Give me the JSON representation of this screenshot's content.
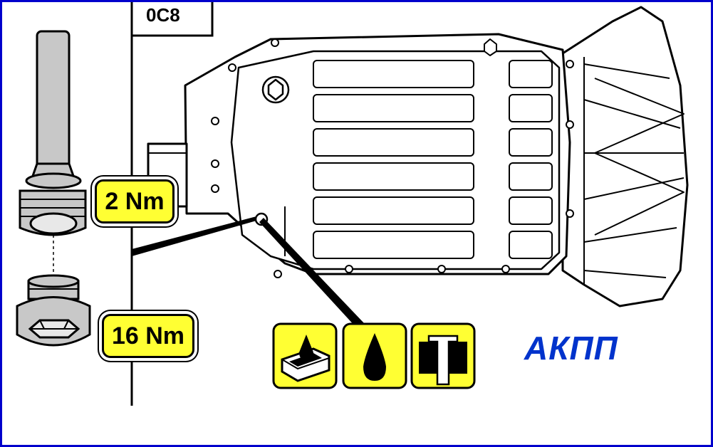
{
  "diagram": {
    "code_label": "0C8",
    "title": "АКПП",
    "torque_upper": "2 Nm",
    "torque_lower": "16 Nm",
    "icons": [
      "fluid-level-tray-icon",
      "fluid-drop-icon",
      "plug-section-icon"
    ],
    "colors": {
      "frame": "#0000cc",
      "title": "#0033cc",
      "highlight": "#ffff33",
      "part_fill": "#c8c8c8"
    }
  }
}
